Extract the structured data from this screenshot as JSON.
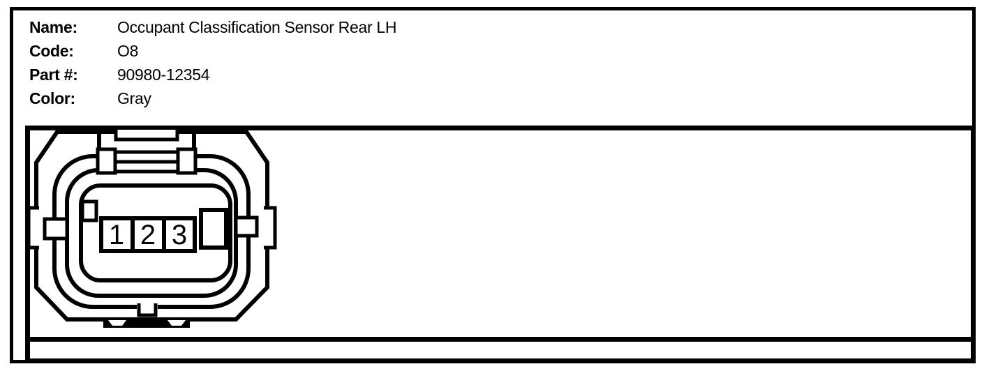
{
  "figure": {
    "info": {
      "fields": [
        {
          "label": "Name:",
          "value": "Occupant Classification Sensor Rear LH"
        },
        {
          "label": "Code:",
          "value": "O8"
        },
        {
          "label": "Part #:",
          "value": "90980-12354"
        },
        {
          "label": "Color:",
          "value": "Gray"
        }
      ]
    },
    "connector": {
      "description": "3-pin automotive connector, front cavity view",
      "pins": [
        "1",
        "2",
        "3"
      ],
      "line_color": "#000000",
      "background_color": "#ffffff"
    }
  }
}
